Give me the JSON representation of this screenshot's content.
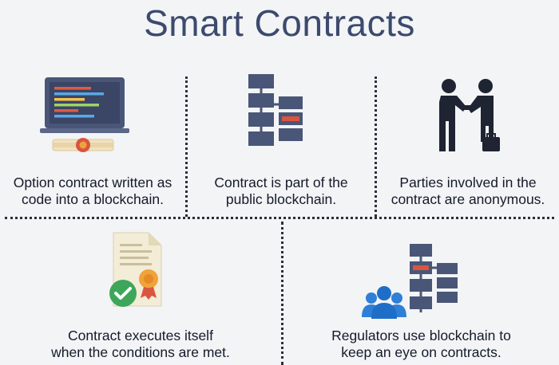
{
  "title": "Smart Contracts",
  "cards": [
    {
      "caption_line1": "Option contract written as",
      "caption_line2": "code into a blockchain.",
      "icon": "laptop-code-icon"
    },
    {
      "caption_line1": "Contract is part of the",
      "caption_line2": "public blockchain.",
      "icon": "blockchain-icon"
    },
    {
      "caption_line1": "Parties involved in the",
      "caption_line2": "contract are anonymous.",
      "icon": "handshake-icon"
    },
    {
      "caption_line1": "Contract executes itself",
      "caption_line2": "when the conditions are met.",
      "icon": "certificate-check-icon"
    },
    {
      "caption_line1": "Regulators use blockchain to",
      "caption_line2": "keep an eye on contracts.",
      "icon": "regulators-blockchain-icon"
    }
  ],
  "colors": {
    "title": "#3d4a6e",
    "block": "#4a5677",
    "accent_red": "#d9553f",
    "accent_gold": "#f0a33a",
    "check_green": "#3da65a",
    "people_blue": "#2f7fd6"
  }
}
